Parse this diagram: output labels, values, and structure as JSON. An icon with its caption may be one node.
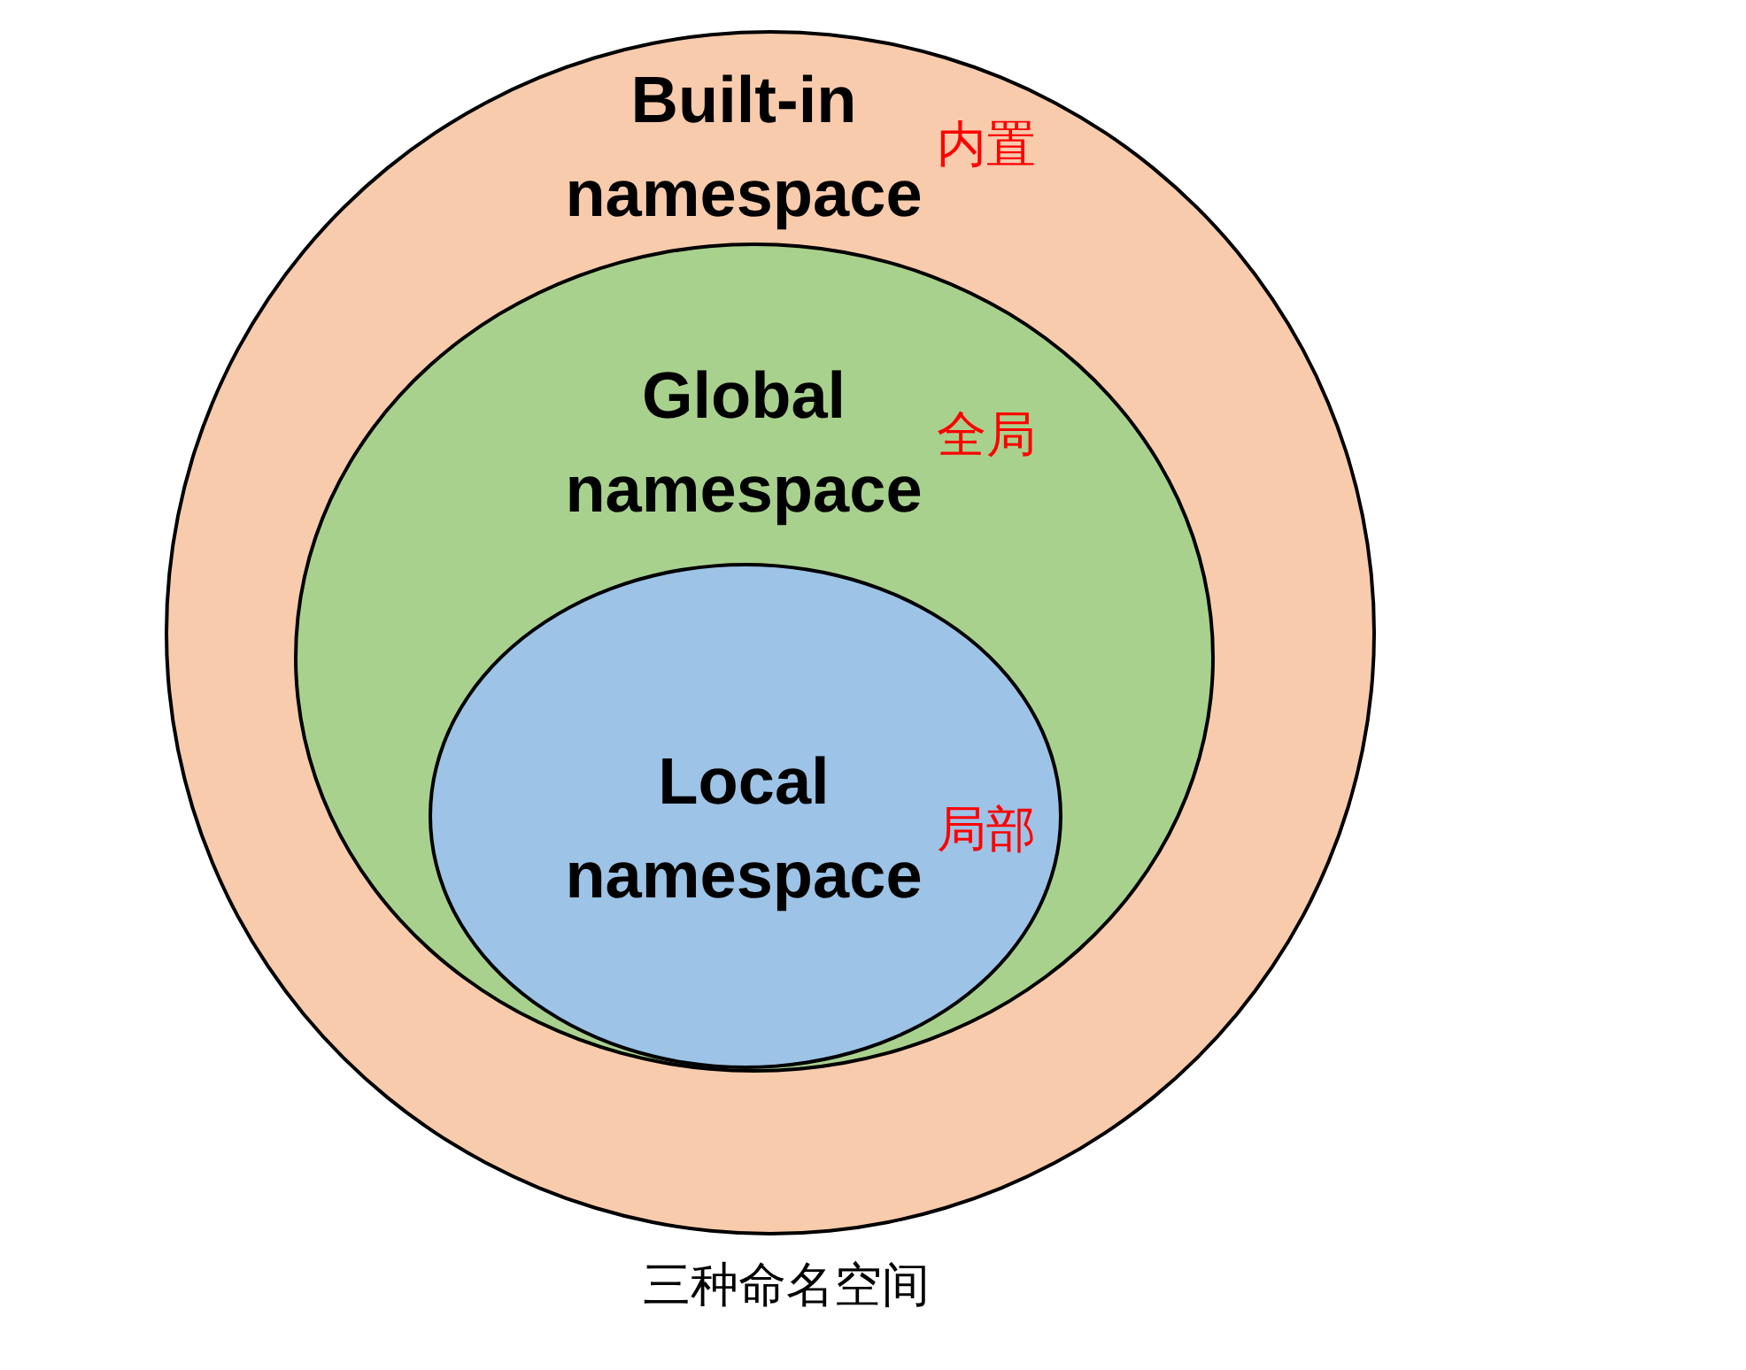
{
  "diagram": {
    "caption": "三种命名空间",
    "nodes": [
      {
        "text": [
          "Built-in namespace",
          "内置"
        ]
      },
      {
        "text": [
          "Global namespace",
          "全局"
        ],
        "in": 0
      },
      {
        "text": [
          "Local namespace",
          "局部"
        ],
        "in": 1
      }
    ],
    "edges": []
  }
}
